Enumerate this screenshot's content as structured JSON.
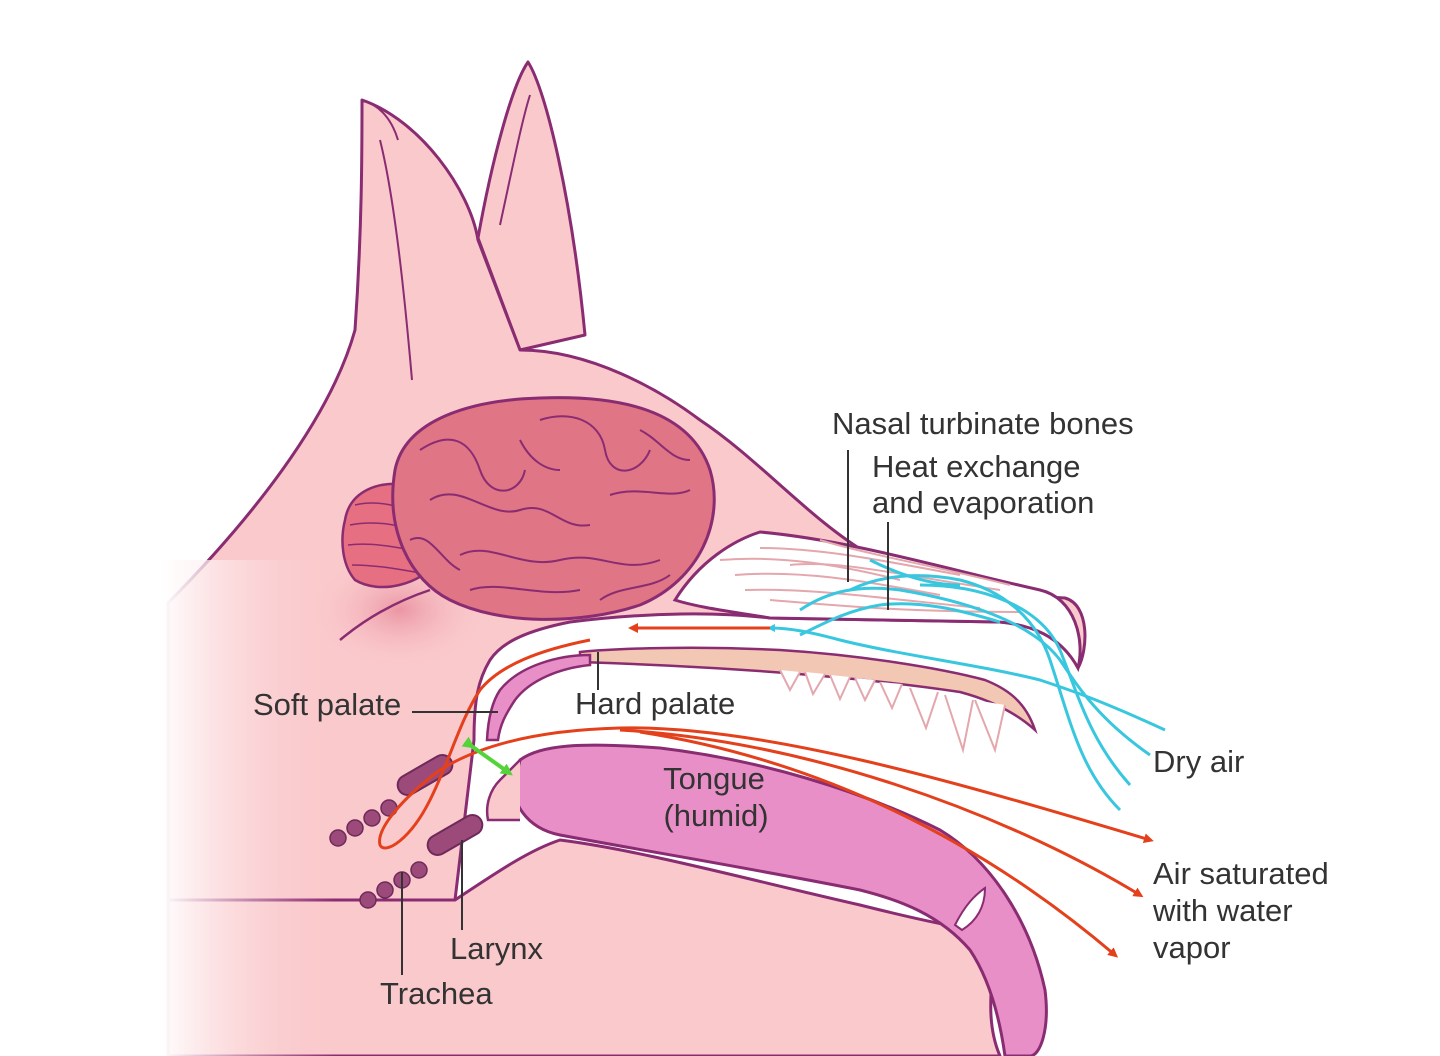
{
  "labels": {
    "nasal_turbinate": "Nasal turbinate bones",
    "heat_exchange_1": "Heat exchange",
    "heat_exchange_2": "and evaporation",
    "soft_palate": "Soft palate",
    "hard_palate": "Hard palate",
    "dry_air": "Dry air",
    "tongue_1": "Tongue",
    "tongue_2": "(humid)",
    "air_saturated_1": "Air saturated",
    "air_saturated_2": "with water",
    "air_saturated_3": "vapor",
    "larynx": "Larynx",
    "trachea": "Trachea"
  },
  "colors": {
    "skin": "#fac9cc",
    "outline": "#8a2c72",
    "brain": "#df7585",
    "tongue": "#e98fc8",
    "dry_air_arrow": "#38c7de",
    "humid_air_arrow": "#e4401c",
    "green_arrow": "#55d43a",
    "bone": "#f2c7b3"
  }
}
